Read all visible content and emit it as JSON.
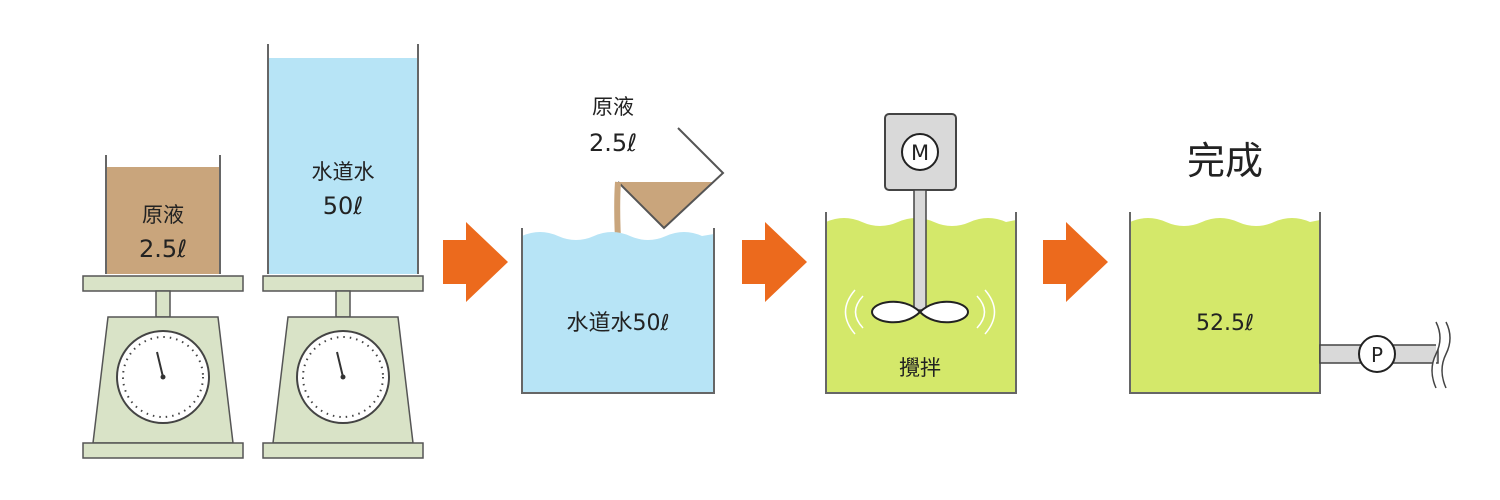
{
  "colors": {
    "concentrate": "#c9a57c",
    "tap_water": "#b7e4f6",
    "mixed": "#d4e86a",
    "arrow": "#ec6a1d",
    "scale_body": "#d9e3c7",
    "scale_outline": "#555555"
  },
  "step1": {
    "concentrate_name": "原液",
    "concentrate_volume": "2.5ℓ",
    "water_name": "水道水",
    "water_volume": "50ℓ"
  },
  "step2": {
    "pour_name": "原液",
    "pour_volume": "2.5ℓ",
    "tank_label": "水道水50ℓ"
  },
  "step3": {
    "motor_symbol": "M",
    "mix_label": "攪拌"
  },
  "step4": {
    "title": "完成",
    "volume": "52.5ℓ",
    "pump_symbol": "P"
  },
  "icons": [
    "scale-icon",
    "arrow-right-icon",
    "motor-icon",
    "impeller-icon",
    "pump-icon",
    "pipe-break-icon"
  ]
}
